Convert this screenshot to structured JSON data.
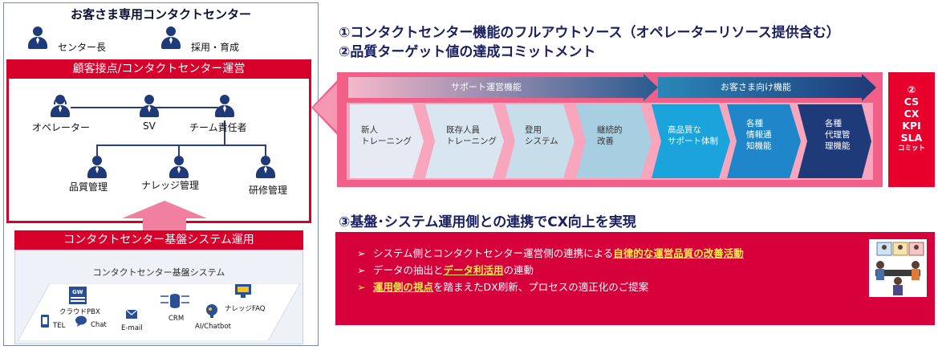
{
  "left": {
    "title": "お客さま専用コンタクトセンター",
    "top_roles": [
      "センター長",
      "採用・育成"
    ],
    "ops_header": "顧客接点/コンタクトセンター運営",
    "org": {
      "operator": "オペレーター",
      "sv": "SV",
      "team_leader": "チーム責任者",
      "quality": "品質管理",
      "knowledge": "ナレッジ管理",
      "training": "研修管理"
    },
    "system_header": "コンタクトセンター基盤システム運用",
    "system_title": "コンタクトセンター基盤システム",
    "system_items": {
      "pbx_badge": "GW",
      "pbx": "クラウドPBX",
      "tel": "TEL",
      "chat": "Chat",
      "email": "E-mail",
      "crm": "CRM",
      "faq": "ナレッジFAQ",
      "ai": "AI/Chatbot"
    }
  },
  "right": {
    "headline1": "①コンタクトセンター機能のフルアウトソース（オペレーターリソース提供含む）",
    "headline2": "②品質ターゲット値の達成コミットメント",
    "band_support": "サポート運営機能",
    "band_customer": "お客さま向け機能",
    "steps": [
      [
        "新人",
        "トレーニング"
      ],
      [
        "既存人員",
        "トレーニング"
      ],
      [
        "登用",
        "システム"
      ],
      [
        "継続的",
        "改善"
      ],
      [
        "高品質な",
        "サポート体制"
      ],
      [
        "各種",
        "情報通",
        "知機能"
      ],
      [
        "各種",
        "代理管",
        "理機能"
      ]
    ],
    "commit": {
      "num": "②",
      "items": [
        "CS",
        "CX",
        "KPI",
        "SLA"
      ],
      "label": "コミット"
    },
    "headline3": "③基盤･システム運用側との連携でCX向上を実現",
    "bullets": [
      {
        "arrow": "➢",
        "pre": "システム側とコンタクトセンター運営側の連携による",
        "hl": "自律的な運営品質の改善活動",
        "post": ""
      },
      {
        "arrow": "➢",
        "pre": "データの抽出と",
        "hl": "データ利活用",
        "post": "の連動"
      },
      {
        "arrow": "➢",
        "pre": "",
        "hl": "運用側の視点",
        "post": "を踏まえたDX刷新、プロセスの適正化のご提案"
      }
    ]
  },
  "colors": {
    "navy": "#1f3a78",
    "red": "#d6002a",
    "pink": "#f2608a",
    "highlight": "#ffe94d"
  }
}
